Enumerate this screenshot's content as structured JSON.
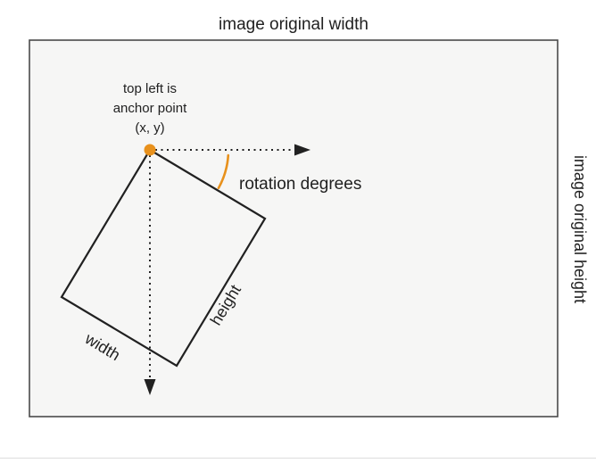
{
  "diagram": {
    "frame": {
      "width_label": "image original width",
      "height_label": "image original height"
    },
    "anchor": {
      "line1": "top left is",
      "line2": "anchor point",
      "line3": "(x, y)"
    },
    "rotation_label": "rotation degrees",
    "box": {
      "width_label": "width",
      "height_label": "height"
    },
    "colors": {
      "accent_orange": "#E8911C",
      "stroke_dark": "#212121",
      "frame_stroke": "#4a4a4a",
      "frame_fill": "#f6f6f5"
    }
  }
}
